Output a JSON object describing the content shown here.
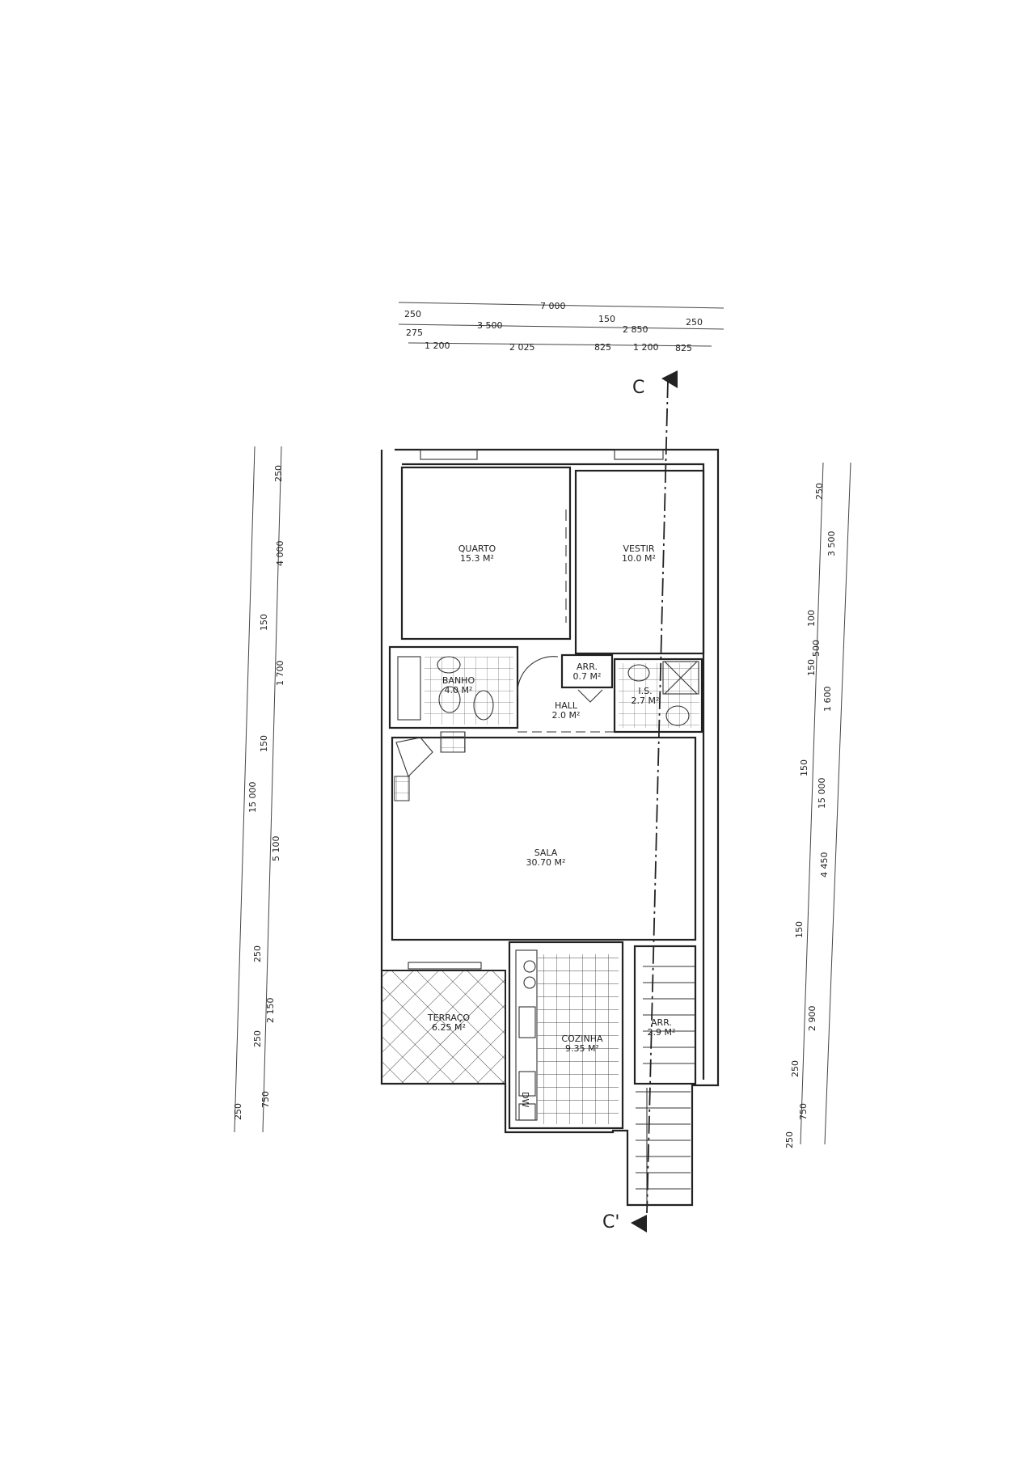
{
  "rooms": [
    {
      "name": "QUARTO",
      "area": "15.3 M²"
    },
    {
      "name": "VESTIR",
      "area": "10.0 M²"
    },
    {
      "name": "BANHO",
      "area": "4.0 M²"
    },
    {
      "name": "ARR.",
      "area": "0.7 M²"
    },
    {
      "name": "HALL",
      "area": "2.0 M²"
    },
    {
      "name": "I.S.",
      "area": "2.7 M²"
    },
    {
      "name": "SALA",
      "area": "30.70 M²"
    },
    {
      "name": "TERRAÇO",
      "area": "6.25 M²"
    },
    {
      "name": "COZINHA",
      "area": "9.35 M²"
    },
    {
      "name": "ARR.",
      "area": "2.9 M²"
    }
  ],
  "appliance_label": "DW",
  "section": {
    "start": "C",
    "end": "C'"
  },
  "dimensions": {
    "top_overall": "7 000",
    "top_row2": [
      "250",
      "3 500",
      "150",
      "2 850",
      "250"
    ],
    "top_row3": [
      "275",
      "1 200",
      "2 025",
      "825",
      "1 200",
      "825"
    ],
    "left_overall": "15 000",
    "left_chain": [
      "250",
      "4 000",
      "150",
      "1 700",
      "150",
      "5 100",
      "250",
      "2 150",
      "250",
      "750",
      "250"
    ],
    "right_overall": "15 000",
    "right_chain": [
      "250",
      "3 500",
      "100",
      "500",
      "150",
      "1 600",
      "150",
      "4 450",
      "150",
      "2 900",
      "250",
      "750",
      "250"
    ]
  }
}
